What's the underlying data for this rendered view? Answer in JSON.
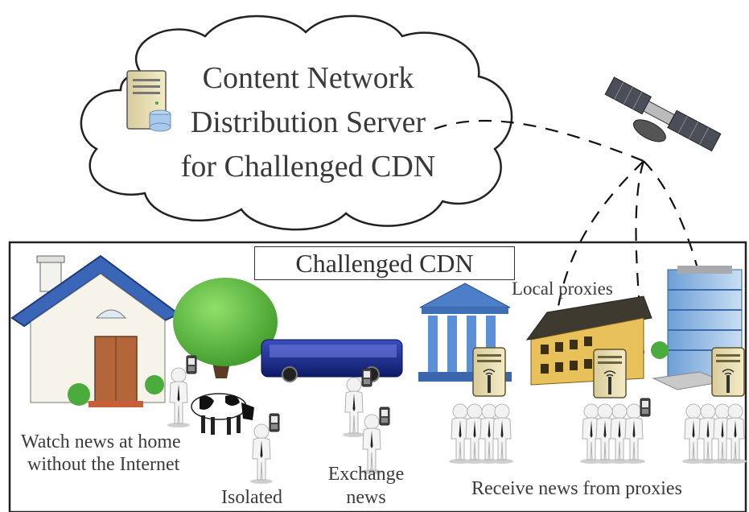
{
  "cloud": {
    "line1": "Content Network",
    "line2": "Distribution Server",
    "line3": "for Challenged CDN"
  },
  "region": {
    "title": "Challenged CDN"
  },
  "labels": {
    "local_proxies": "Local proxies",
    "home_line1": "Watch news at home",
    "home_line2": "without the Internet",
    "isolated": "Isolated",
    "exchange_line1": "Exchange",
    "exchange_line2": "news",
    "receive": "Receive news from proxies"
  }
}
